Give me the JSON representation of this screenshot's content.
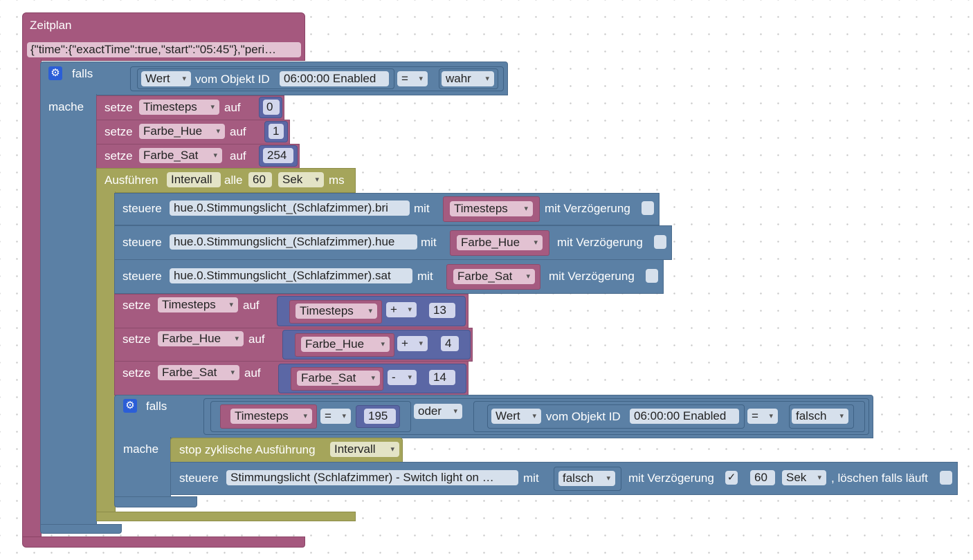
{
  "schedule": {
    "title": "Zeitplan",
    "json": "{\"time\":{\"exactTime\":true,\"start\":\"05:45\"},\"peri…"
  },
  "if1": {
    "falls": "falls",
    "mache": "mache",
    "wert": "Wert",
    "vom": "vom Objekt ID",
    "obj": "06:00:00 Enabled",
    "op": "=",
    "val": "wahr"
  },
  "sets1": [
    {
      "setze": "setze",
      "var": "Timesteps",
      "auf": "auf",
      "val": "0"
    },
    {
      "setze": "setze",
      "var": "Farbe_Hue",
      "auf": "auf",
      "val": "1"
    },
    {
      "setze": "setze",
      "var": "Farbe_Sat",
      "auf": "auf",
      "val": "254"
    }
  ],
  "interval": {
    "ausfuehren": "Ausführen",
    "name": "Intervall",
    "alle": "alle",
    "value": "60",
    "unit": "Sek",
    "ms": "ms"
  },
  "controls": [
    {
      "steuere": "steuere",
      "obj": "hue.0.Stimmungslicht_(Schlafzimmer).bri",
      "mit": "mit",
      "var": "Timesteps",
      "delay": "mit Verzögerung"
    },
    {
      "steuere": "steuere",
      "obj": "hue.0.Stimmungslicht_(Schlafzimmer).hue",
      "mit": "mit",
      "var": "Farbe_Hue",
      "delay": "mit Verzögerung"
    },
    {
      "steuere": "steuere",
      "obj": "hue.0.Stimmungslicht_(Schlafzimmer).sat",
      "mit": "mit",
      "var": "Farbe_Sat",
      "delay": "mit Verzögerung"
    }
  ],
  "sets2": [
    {
      "setze": "setze",
      "var": "Timesteps",
      "auf": "auf",
      "var2": "Timesteps",
      "op": "+",
      "num": "13"
    },
    {
      "setze": "setze",
      "var": "Farbe_Hue",
      "auf": "auf",
      "var2": "Farbe_Hue",
      "op": "+",
      "num": "4"
    },
    {
      "setze": "setze",
      "var": "Farbe_Sat",
      "auf": "auf",
      "var2": "Farbe_Sat",
      "op": "-",
      "num": "14"
    }
  ],
  "if2": {
    "falls": "falls",
    "mache": "mache",
    "var": "Timesteps",
    "op": "=",
    "num": "195",
    "oder": "oder",
    "wert": "Wert",
    "vom": "vom Objekt ID",
    "obj": "06:00:00 Enabled",
    "op2": "=",
    "val": "falsch"
  },
  "stop": {
    "text": "stop zyklische Ausführung",
    "name": "Intervall"
  },
  "control4": {
    "steuere": "steuere",
    "obj": "Stimmungslicht (Schlafzimmer) - Switch light on …",
    "mit": "mit",
    "val": "falsch",
    "delay": "mit Verzögerung",
    "check": "✓",
    "num": "60",
    "unit": "Sek",
    "clear": ", löschen falls läuft"
  },
  "colors": {
    "schedule": "#a5587e",
    "logic": "#5b80a5",
    "variable": "#a55b80",
    "timer": "#a5a55b",
    "math": "#5b67a5"
  }
}
